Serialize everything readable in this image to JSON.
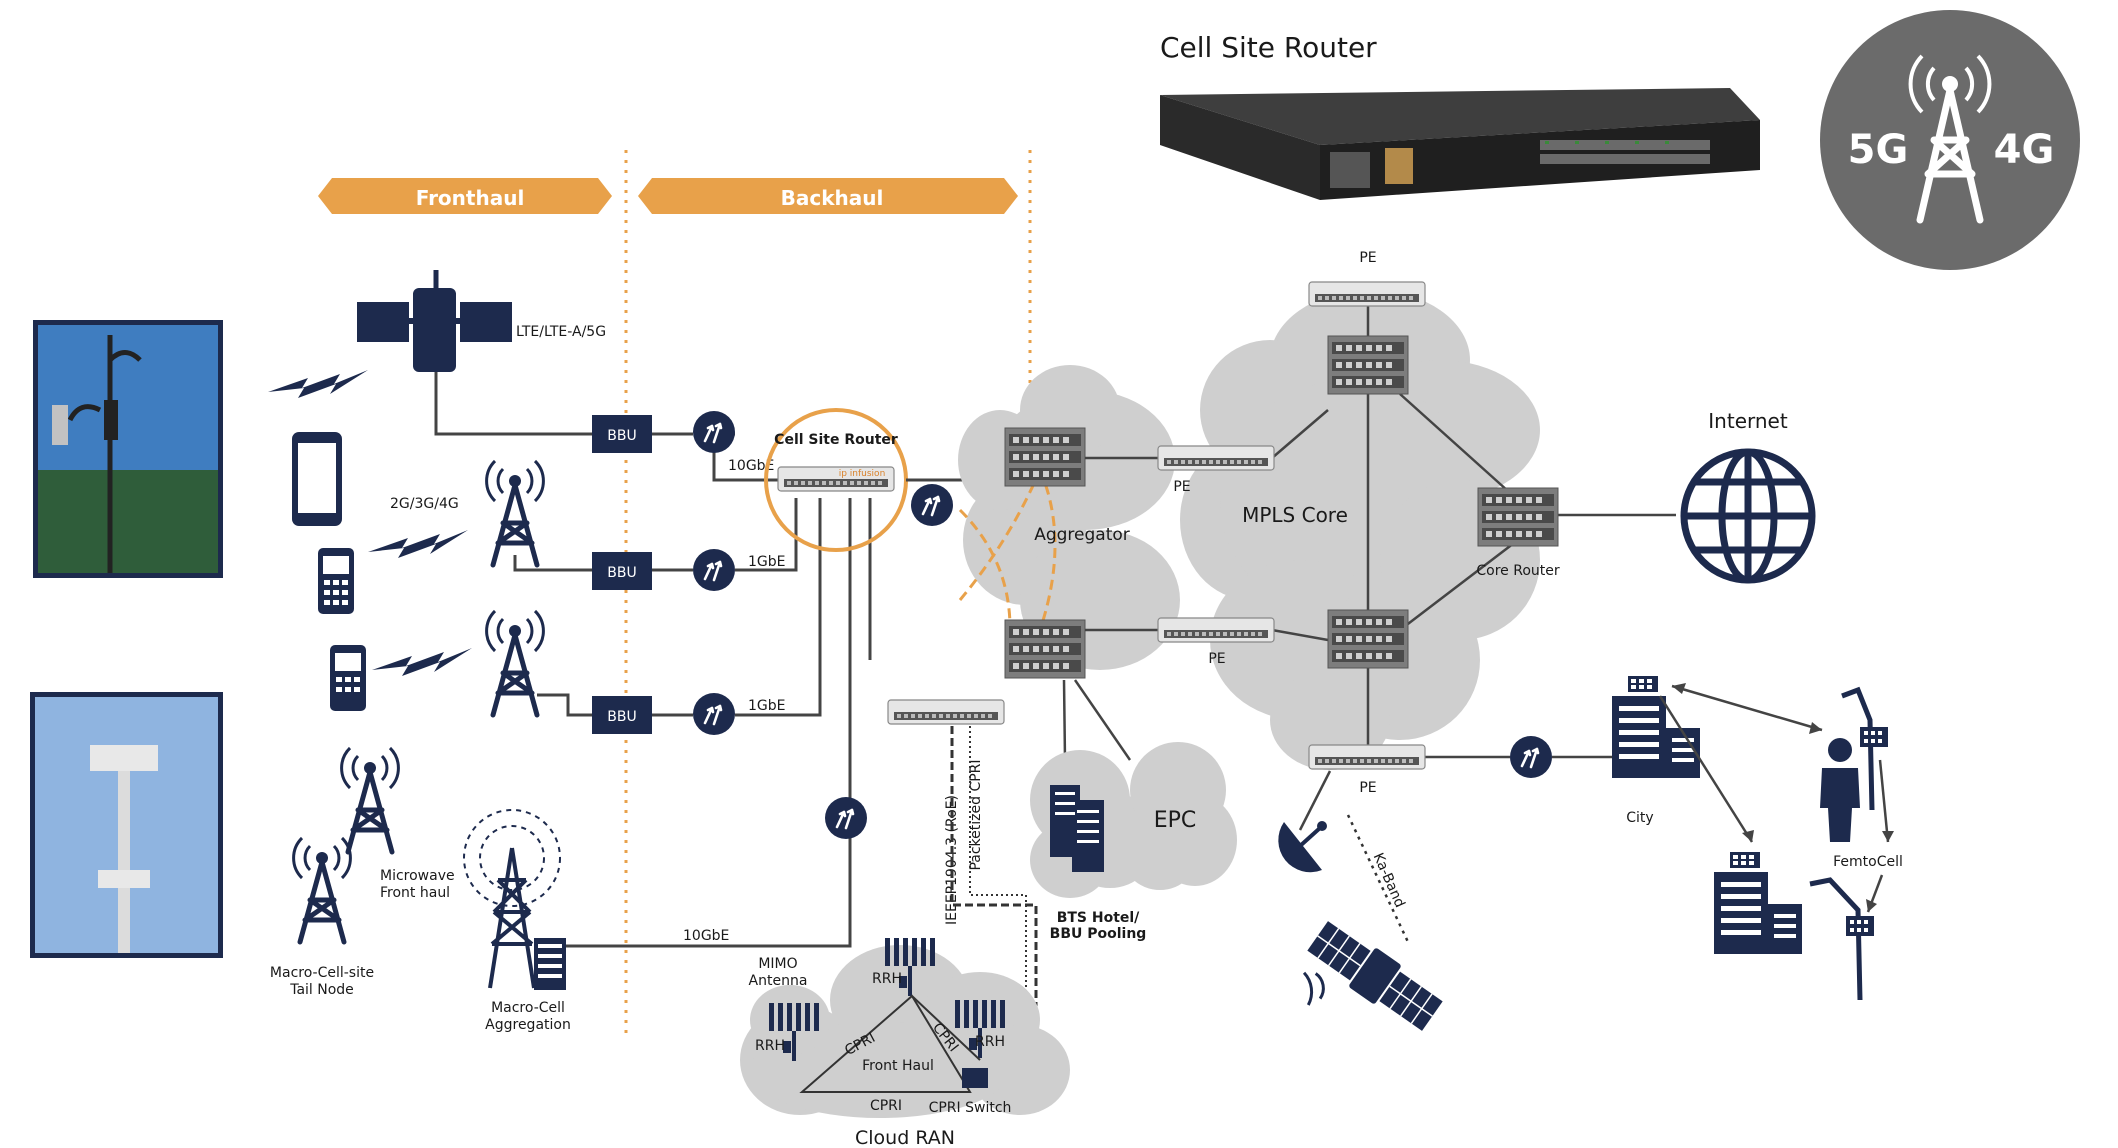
{
  "header": {
    "fronthaul": "Fronthaul",
    "backhaul": "Backhaul"
  },
  "product": {
    "title": "Cell Site Router"
  },
  "badge": {
    "left": "5G",
    "right": "4G"
  },
  "radios": {
    "lte": "LTE/LTE-A/5G",
    "g234": "2G/3G/4G",
    "microwave_line1": "Microwave",
    "microwave_line2": "Front haul",
    "macro_tail_line1": "Macro-Cell-site",
    "macro_tail_line2": "Tail Node",
    "macro_agg_line1": "Macro-Cell",
    "macro_agg_line2": "Aggregation"
  },
  "bbu": {
    "label": "BBU"
  },
  "links": {
    "tengbe_top": "10GbE",
    "gbe_mid": "1GbE",
    "gbe_low": "1GbE",
    "tengbe_bottom": "10GbE",
    "ieee": "IEEEP1904.3 (RoE)",
    "packetized": "Packetized CPRI",
    "kaband": "Ka-Band"
  },
  "router": {
    "csr_label": "Cell Site Router",
    "brand_logo": "ip infusion"
  },
  "network": {
    "aggregator": "Aggregator",
    "mpls_core": "MPLS Core",
    "core_router": "Core Router",
    "pe_top": "PE",
    "pe_left_upper": "PE",
    "pe_left_lower": "PE",
    "pe_bottom": "PE",
    "internet": "Internet",
    "epc": "EPC",
    "bts_line1": "BTS Hotel/",
    "bts_line2": "BBU Pooling"
  },
  "city": {
    "city": "City",
    "femtocell": "FemtoCell"
  },
  "cran": {
    "mimo_line1": "MIMO",
    "mimo_line2": "Antenna",
    "rrh_top": "RRH",
    "rrh_left": "RRH",
    "rrh_right": "RRH",
    "cpri_left": "CPRI",
    "cpri_right": "CPRI",
    "cpri_bottom": "CPRI",
    "front_haul": "Front Haul",
    "cpri_switch": "CPRI Switch",
    "cloud_ran": "Cloud RAN"
  },
  "colors": {
    "navy": "#1d2a4d",
    "orange": "#e8a14a",
    "cloud": "#cfcfcf",
    "badge": "#6b6b6b"
  }
}
